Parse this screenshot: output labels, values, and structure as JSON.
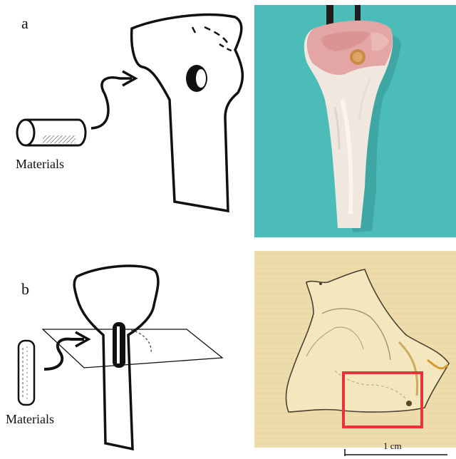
{
  "panel_a": {
    "label": "a",
    "caption": "Materials"
  },
  "panel_b": {
    "label": "b",
    "caption": "Materials"
  },
  "scale_bar": {
    "text": "1 cm"
  },
  "colors": {
    "photo_background": "#4fc1bd",
    "bone": "#f0e8df",
    "tissue": "#e4a6a4",
    "section_background": "#f1e0b2",
    "highlight_box": "#e8333a"
  }
}
